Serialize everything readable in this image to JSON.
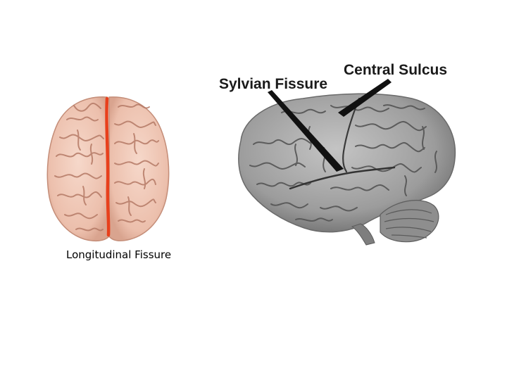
{
  "labels": {
    "central_sulcus": "Central Sulcus",
    "sylvian_fissure": "Sylvian Fissure",
    "longitudinal_fissure": "Longitudinal Fissure"
  },
  "colors": {
    "fissure_highlight": "#e8401c",
    "top_brain_fill": "#f0c9b8",
    "top_brain_gyri": "#b9826f",
    "side_brain_fill": "#9a9a9a",
    "side_brain_gyri": "#5a5a5a",
    "pointer": "#111111"
  }
}
